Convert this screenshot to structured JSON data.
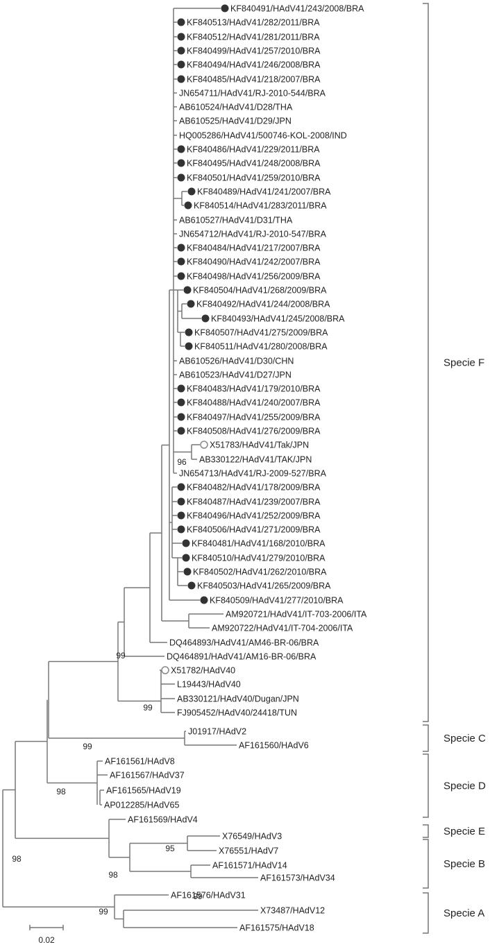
{
  "figure": {
    "kind": "phylogenetic-tree",
    "line_color": "#777777",
    "filled_marker_color": "#333333",
    "open_marker_color": "#888888"
  },
  "leaves": [
    {
      "label": "KF840491/HAdV41/243/2008/BRA",
      "marker": "filled"
    },
    {
      "label": "KF840513/HAdV41/282/2011/BRA",
      "marker": "filled"
    },
    {
      "label": "KF840512/HAdV41/281/2011/BRA",
      "marker": "filled"
    },
    {
      "label": "KF840499/HAdV41/257/2010/BRA",
      "marker": "filled"
    },
    {
      "label": "KF840494/HAdV41/246/2008/BRA",
      "marker": "filled"
    },
    {
      "label": "KF840485/HAdV41/218/2007/BRA",
      "marker": "filled"
    },
    {
      "label": "JN654711/HAdV41/RJ-2010-544/BRA",
      "marker": "none"
    },
    {
      "label": "AB610524/HAdV41/D28/THA",
      "marker": "none"
    },
    {
      "label": "AB610525/HAdV41/D29/JPN",
      "marker": "none"
    },
    {
      "label": "HQ005286/HAdV41/500746-KOL-2008/IND",
      "marker": "none"
    },
    {
      "label": "KF840486/HAdV41/229/2011/BRA",
      "marker": "filled"
    },
    {
      "label": "KF840495/HAdV41/248/2008/BRA",
      "marker": "filled"
    },
    {
      "label": "KF840501/HAdV41/259/2010/BRA",
      "marker": "filled"
    },
    {
      "label": "KF840489/HAdV41/241/2007/BRA",
      "marker": "filled"
    },
    {
      "label": "KF840514/HAdV41/283/2011/BRA",
      "marker": "filled"
    },
    {
      "label": "AB610527/HAdV41/D31/THA",
      "marker": "none"
    },
    {
      "label": "JN654712/HAdV41/RJ-2010-547/BRA",
      "marker": "none"
    },
    {
      "label": "KF840484/HAdV41/217/2007/BRA",
      "marker": "filled"
    },
    {
      "label": "KF840490/HAdV41/242/2007/BRA",
      "marker": "filled"
    },
    {
      "label": "KF840498/HAdV41/256/2009/BRA",
      "marker": "filled"
    },
    {
      "label": "KF840504/HAdV41/268/2009/BRA",
      "marker": "filled"
    },
    {
      "label": "KF840492/HAdV41/244/2008/BRA",
      "marker": "filled"
    },
    {
      "label": "KF840493/HAdV41/245/2008/BRA",
      "marker": "filled"
    },
    {
      "label": "KF840507/HAdV41/275/2009/BRA",
      "marker": "filled"
    },
    {
      "label": "KF840511/HAdV41/280/2008/BRA",
      "marker": "filled"
    },
    {
      "label": "AB610526/HAdV41/D30/CHN",
      "marker": "none"
    },
    {
      "label": "AB610523/HAdV41/D27/JPN",
      "marker": "none"
    },
    {
      "label": "KF840483/HAdV41/179/2010/BRA",
      "marker": "filled"
    },
    {
      "label": "KF840488/HAdV41/240/2007/BRA",
      "marker": "filled"
    },
    {
      "label": "KF840497/HAdV41/255/2009/BRA",
      "marker": "filled"
    },
    {
      "label": "KF840508/HAdV41/276/2009/BRA",
      "marker": "filled"
    },
    {
      "label": "X51783/HAdV41/Tak/JPN",
      "marker": "open"
    },
    {
      "label": "AB330122/HAdV41/TAK/JPN",
      "marker": "none"
    },
    {
      "label": "JN654713/HAdV41/RJ-2009-527/BRA",
      "marker": "none"
    },
    {
      "label": "KF840482/HAdV41/178/2009/BRA",
      "marker": "filled"
    },
    {
      "label": "KF840487/HAdV41/239/2007/BRA",
      "marker": "filled"
    },
    {
      "label": "KF840496/HAdV41/252/2009/BRA",
      "marker": "filled"
    },
    {
      "label": "KF840506/HAdV41/271/2009/BRA",
      "marker": "filled"
    },
    {
      "label": "KF840481/HAdV41/168/2010/BRA",
      "marker": "filled"
    },
    {
      "label": "KF840510/HAdV41/279/2010/BRA",
      "marker": "filled"
    },
    {
      "label": "KF840502/HAdV41/262/2010/BRA",
      "marker": "filled"
    },
    {
      "label": "KF840503/HAdV41/265/2009/BRA",
      "marker": "filled"
    },
    {
      "label": "KF840509/HAdV41/277/2010/BRA",
      "marker": "filled"
    },
    {
      "label": "AM920721/HAdV41/IT-703-2006/ITA",
      "marker": "none"
    },
    {
      "label": "AM920722/HAdV41/IT-704-2006/ITA",
      "marker": "none"
    },
    {
      "label": "DQ464893/HAdV41/AM46-BR-06/BRA",
      "marker": "none"
    },
    {
      "label": "DQ464891/HAdV41/AM16-BR-06/BRA",
      "marker": "none"
    },
    {
      "label": "X51782/HAdV40",
      "marker": "open"
    },
    {
      "label": "L19443/HAdV40",
      "marker": "none"
    },
    {
      "label": "AB330121/HAdV40/Dugan/JPN",
      "marker": "none"
    },
    {
      "label": "FJ905452/HAdV40/24418/TUN",
      "marker": "none"
    },
    {
      "label": "J01917/HAdV2",
      "marker": "none"
    },
    {
      "label": "AF161560/HAdV6",
      "marker": "none"
    },
    {
      "label": "AF161561/HAdV8",
      "marker": "none"
    },
    {
      "label": "AF161567/HAdV37",
      "marker": "none"
    },
    {
      "label": "AF161565/HAdV19",
      "marker": "none"
    },
    {
      "label": "AP012285/HAdV65",
      "marker": "none"
    },
    {
      "label": "AF161569/HAdV4",
      "marker": "none"
    },
    {
      "label": "X76549/HAdV3",
      "marker": "none"
    },
    {
      "label": "X76551/HAdV7",
      "marker": "none"
    },
    {
      "label": "AF161571/HAdV14",
      "marker": "none"
    },
    {
      "label": "AF161573/HAdV34",
      "marker": "none"
    },
    {
      "label": "AF161576/HAdV31",
      "marker": "none"
    },
    {
      "label": "X73487/HAdV12",
      "marker": "none"
    },
    {
      "label": "AF161575/HAdV18",
      "marker": "none"
    }
  ],
  "bootstrap": [
    "96",
    "99",
    "99",
    "99",
    "98",
    "98",
    "98",
    "95",
    "99",
    "99"
  ],
  "clades": [
    "Specie F",
    "Specie C",
    "Specie D",
    "Specie E",
    "Specie B",
    "Specie A"
  ],
  "scale_bar": {
    "label": "0.02",
    "value": 0.02
  }
}
